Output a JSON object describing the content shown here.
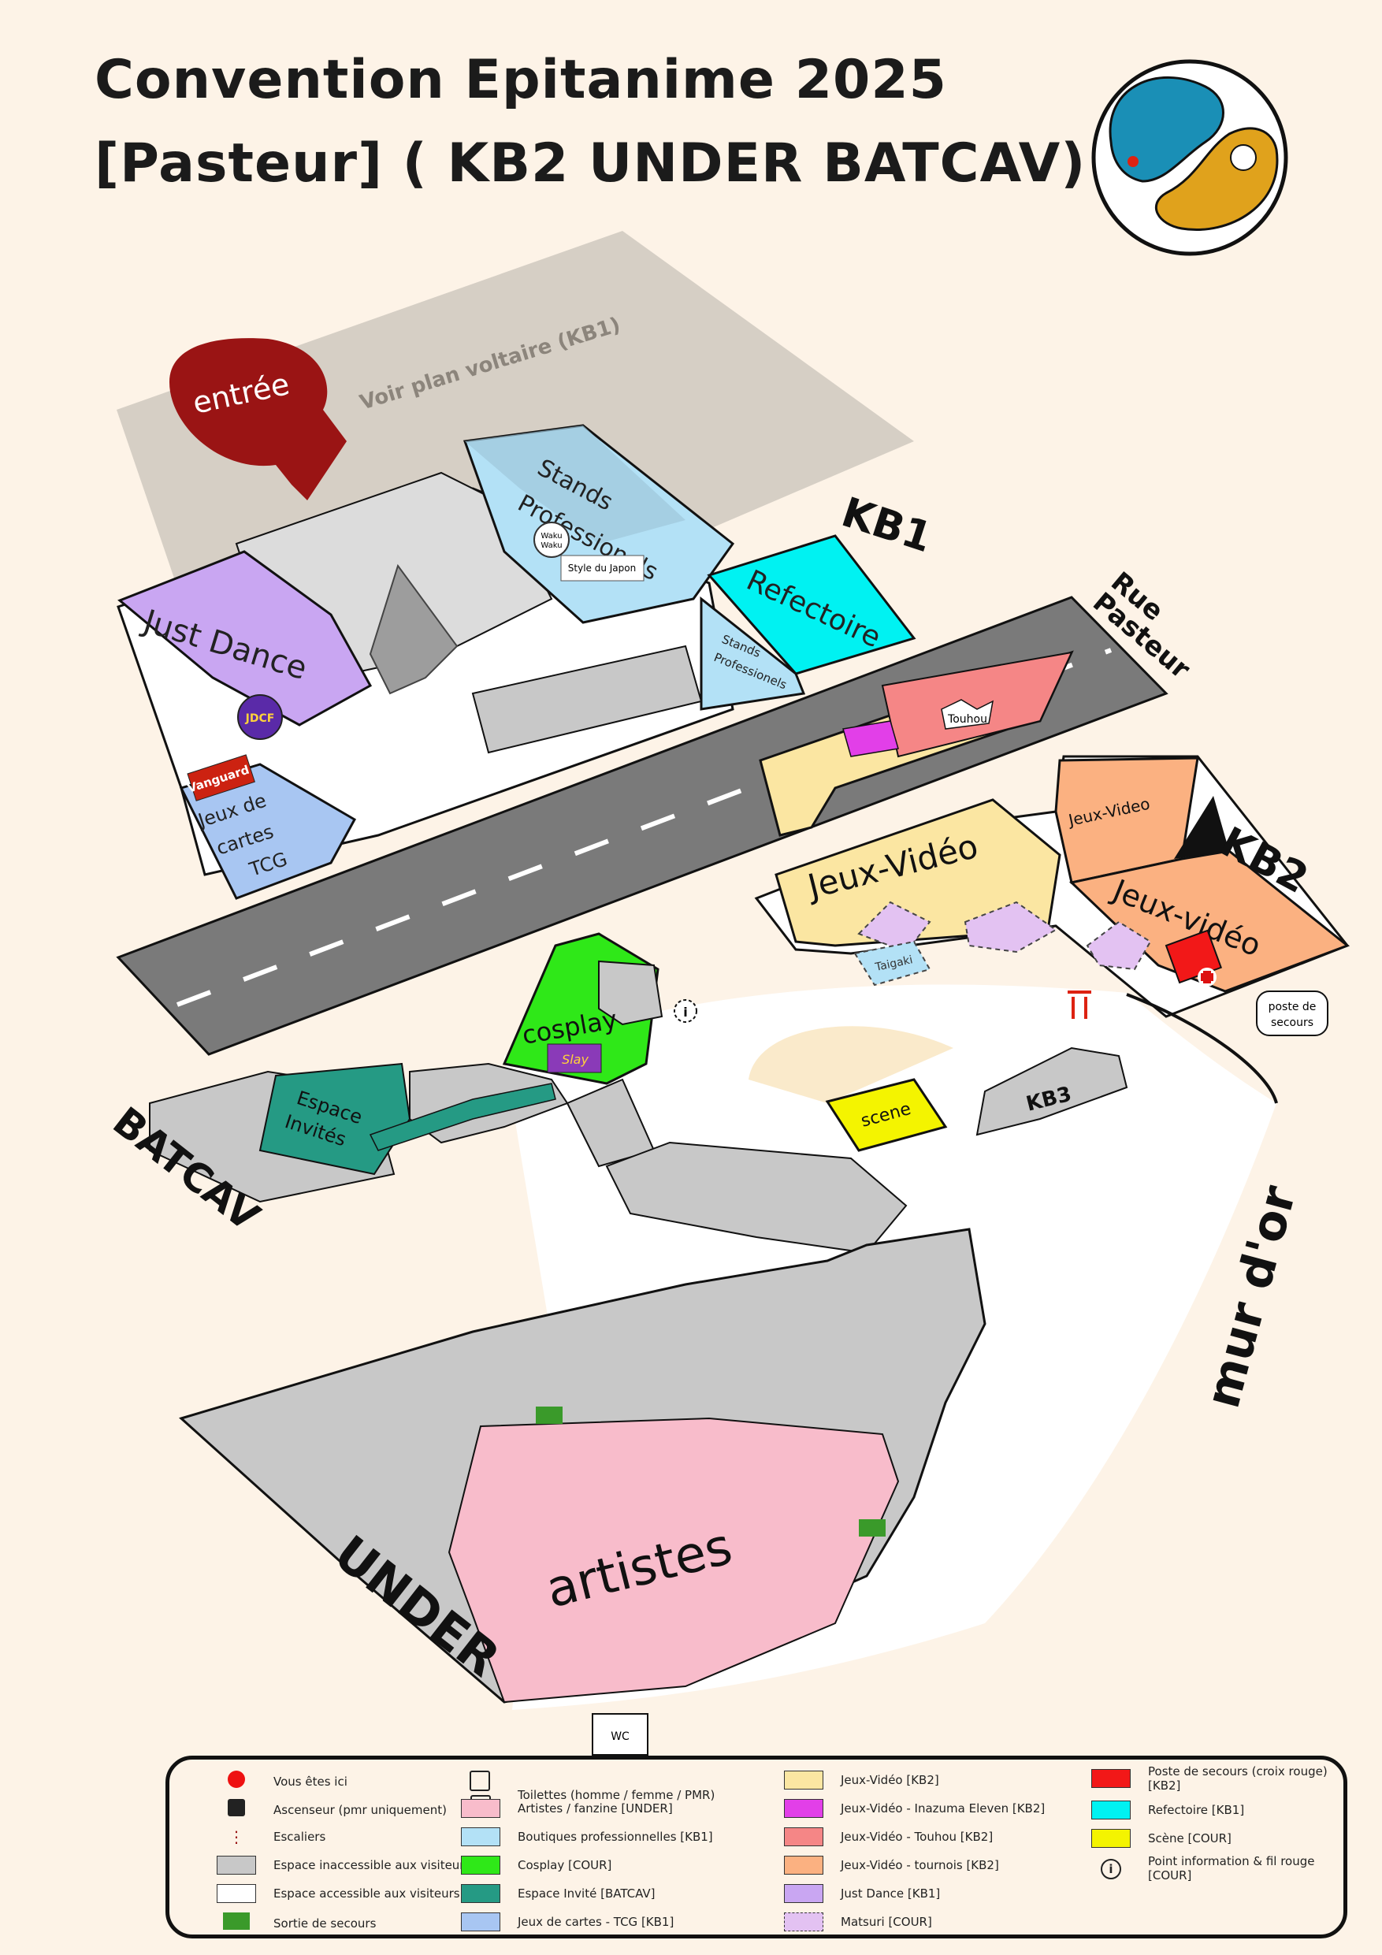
{
  "title": {
    "line1": "Convention Epitanime 2025",
    "line2": "[Pasteur] ( KB2 UNDER BATCAV)"
  },
  "map": {
    "entrance_label": "entrée",
    "kb1_overlay_label": "Voir plan voltaire (KB1)",
    "building_labels": {
      "kb1": "KB1",
      "kb2": "KB2",
      "kb3": "KB3",
      "batcav": "BATCAV",
      "under": "UNDER",
      "street_line1": "Rue",
      "street_line2": "Pasteur",
      "wall": "mur d'or"
    },
    "zones": {
      "just_dance": "Just Dance",
      "stands_line1": "Stands",
      "stands_line2": "Professionels",
      "refectoire": "Refectoire",
      "stands_small_line1": "Stands",
      "stands_small_line2": "Professionels",
      "tcg_line1": "Jeux de",
      "tcg_line2": "cartes",
      "tcg_line3": "TCG",
      "jeux_video_main": "Jeux-Vidéo",
      "jeux_video_tournoi_top": "Jeux-Video",
      "jeux_video_tournoi": "Jeux-vidéo",
      "touhou_badge": "Touhou",
      "cosplay": "cosplay",
      "espace_line1": "Espace",
      "espace_line2": "Invités",
      "scene": "scene",
      "artistes": "artistes",
      "poste_line1": "poste de",
      "poste_line2": "secours",
      "wc": "WC"
    },
    "logos": {
      "jdcf": "JDCF",
      "vanguard": "Vanguard",
      "taigaki": "Taigaki",
      "waku_line1": "Waku",
      "waku_line2": "Waku",
      "style_japon": "Style du Japon",
      "slay": "Slay"
    }
  },
  "legend": {
    "col1": [
      {
        "label": "Vous êtes ici",
        "icon": "red-dot-icon"
      },
      {
        "label": "Ascenseur (pmr uniquement)",
        "icon": "elevator-icon"
      },
      {
        "label": "Escaliers",
        "icon": "stairs-icon"
      },
      {
        "label": "Espace inaccessible aux visiteurs",
        "color": "#c8c8c8"
      },
      {
        "label": "Espace accessible aux visiteurs",
        "color": "#ffffff"
      },
      {
        "label": "Sortie de secours",
        "icon": "emergency-exit-icon"
      }
    ],
    "col2": [
      {
        "label": "Toilettes (homme / femme / PMR)",
        "icon": "toilet-icon"
      },
      {
        "label": "Artistes / fanzine [UNDER]",
        "color": "#f8bccb"
      },
      {
        "label": "Boutiques professionnelles [KB1]",
        "color": "#b3e1f6"
      },
      {
        "label": "Cosplay [COUR]",
        "color": "#2fe818"
      },
      {
        "label": "Espace Invité [BATCAV]",
        "color": "#259a84"
      },
      {
        "label": "Jeux de cartes - TCG [KB1]",
        "color": "#a8c6f2"
      }
    ],
    "col3": [
      {
        "label": "Jeux-Vidéo [KB2]",
        "color": "#fbe6a2"
      },
      {
        "label": "Jeux-Vidéo - Inazuma Eleven [KB2]",
        "color": "#e23fe8"
      },
      {
        "label": "Jeux-Vidéo - Touhou [KB2]",
        "color": "#f58686"
      },
      {
        "label": "Jeux-Vidéo - tournois [KB2]",
        "color": "#fbb181"
      },
      {
        "label": "Just Dance [KB1]",
        "color": "#c9a6f2"
      },
      {
        "label": "Matsuri [COUR]",
        "color": "#e3c2f2"
      }
    ],
    "col4": [
      {
        "label": "Poste de secours (croix rouge) [KB2]",
        "color": "#f21818"
      },
      {
        "label": "Refectoire [KB1]",
        "color": "#00f2f2"
      },
      {
        "label": "Scène [COUR]",
        "color": "#f4f400"
      },
      {
        "label": "Point information & fil rouge [COUR]",
        "icon": "info-icon"
      }
    ]
  },
  "colors": {
    "background": "#fdf3e7",
    "road": "#7a7a7a",
    "inaccessible": "#c8c8c8",
    "entrance": "#9a1414"
  }
}
